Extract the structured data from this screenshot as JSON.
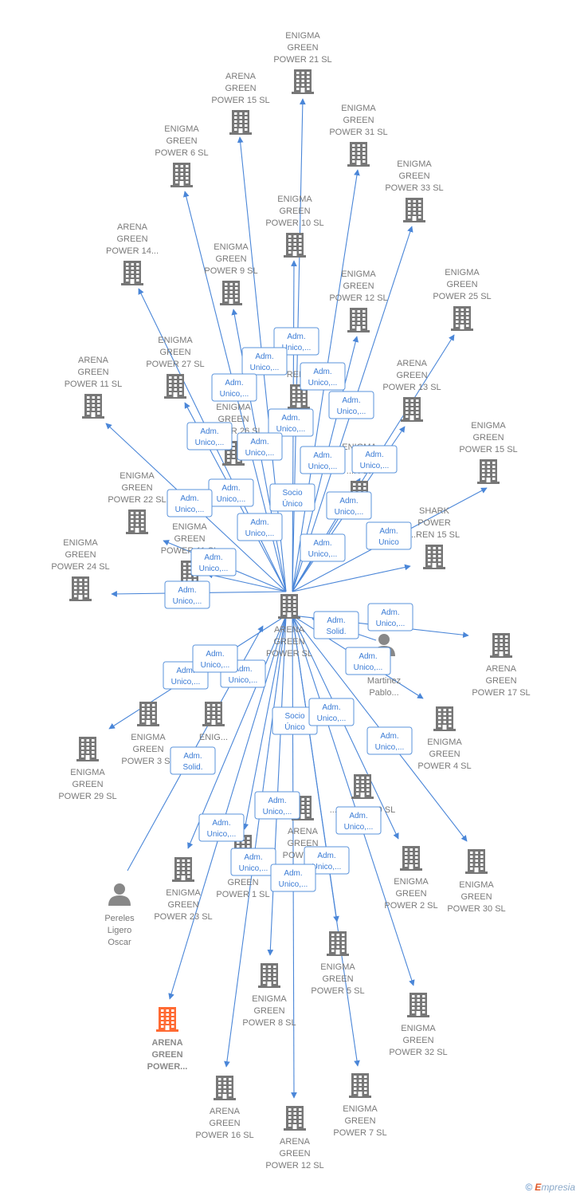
{
  "colors": {
    "building": "#777777",
    "highlight": "#ff6a33",
    "edge": "#4a86d8",
    "person": "#888888"
  },
  "credit": {
    "symbol": "©",
    "brand_e": "E",
    "brand_rest": "mpresia"
  },
  "nodes": [
    {
      "id": "center",
      "type": "company",
      "label": [
        "ARENA",
        "GREEN",
        "POWER  SL"
      ]
    },
    {
      "id": "eg21",
      "type": "company",
      "label": [
        "ENIGMA",
        "GREEN",
        "POWER 21  SL"
      ]
    },
    {
      "id": "ag15",
      "type": "company",
      "label": [
        "ARENA",
        "GREEN",
        "POWER 15  SL"
      ]
    },
    {
      "id": "eg31",
      "type": "company",
      "label": [
        "ENIGMA",
        "GREEN",
        "POWER 31  SL"
      ]
    },
    {
      "id": "eg6",
      "type": "company",
      "label": [
        "ENIGMA",
        "GREEN",
        "POWER 6  SL"
      ]
    },
    {
      "id": "eg33",
      "type": "company",
      "label": [
        "ENIGMA",
        "GREEN",
        "POWER 33  SL"
      ]
    },
    {
      "id": "eg10",
      "type": "company",
      "label": [
        "ENIGMA",
        "GREEN",
        "POWER 10  SL"
      ]
    },
    {
      "id": "ag14",
      "type": "company",
      "label": [
        "ARENA",
        "GREEN",
        "POWER 14..."
      ]
    },
    {
      "id": "eg9",
      "type": "company",
      "label": [
        "ENIGMA",
        "GREEN",
        "POWER 9  SL"
      ]
    },
    {
      "id": "eg12",
      "type": "company",
      "label": [
        "ENIGMA",
        "GREEN",
        "POWER 12  SL"
      ]
    },
    {
      "id": "eg25",
      "type": "company",
      "label": [
        "ENIGMA",
        "GREEN",
        "POWER 25  SL"
      ]
    },
    {
      "id": "eg27",
      "type": "company",
      "label": [
        "ENIGMA",
        "GREEN",
        "POWER 27  SL"
      ]
    },
    {
      "id": "eg_r",
      "type": "company",
      "label": [
        "REEN"
      ]
    },
    {
      "id": "ag11",
      "type": "company",
      "label": [
        "ARENA",
        "GREEN",
        "POWER 11  SL"
      ]
    },
    {
      "id": "ag13",
      "type": "company",
      "label": [
        "ARENA",
        "GREEN",
        "POWER 13  SL"
      ]
    },
    {
      "id": "eg26",
      "type": "company",
      "label": [
        "ENIGMA",
        "GREEN",
        "POWER 26  SL"
      ]
    },
    {
      "id": "eg_mid",
      "type": "company",
      "label": [
        "ENIGMA",
        "GR",
        "...R 35"
      ]
    },
    {
      "id": "eg15",
      "type": "company",
      "label": [
        "ENIGMA",
        "GREEN",
        "POWER 15  SL"
      ]
    },
    {
      "id": "eg22",
      "type": "company",
      "label": [
        "ENIGMA",
        "GREEN",
        "POWER 22  SL"
      ]
    },
    {
      "id": "sp15",
      "type": "company",
      "label": [
        "SHARK",
        "POWER",
        "...REN 15  SL"
      ]
    },
    {
      "id": "eg11",
      "type": "company",
      "label": [
        "ENIGMA",
        "GREEN",
        "POWER 11  SL"
      ]
    },
    {
      "id": "eg24",
      "type": "company",
      "label": [
        "ENIGMA",
        "GREEN",
        "POWER 24  SL"
      ]
    },
    {
      "id": "ag17",
      "type": "company",
      "label": [
        "ARENA",
        "GREEN",
        "POWER 17  SL"
      ]
    },
    {
      "id": "mp",
      "type": "person",
      "label": [
        "...a",
        "Martinez",
        "Pablo..."
      ]
    },
    {
      "id": "eg4",
      "type": "company",
      "label": [
        "ENIGMA",
        "GREEN",
        "POWER 4  SL"
      ]
    },
    {
      "id": "eg3",
      "type": "company",
      "label": [
        "ENIGMA",
        "GREEN",
        "POWER 3  SL"
      ]
    },
    {
      "id": "eg_b",
      "type": "company",
      "label": [
        "ENIG..."
      ]
    },
    {
      "id": "eg29",
      "type": "company",
      "label": [
        "ENIGMA",
        "GREEN",
        "POWER 29  SL"
      ]
    },
    {
      "id": "ag_mid",
      "type": "company",
      "label": [
        "ARENA",
        "GREEN",
        "POWER..."
      ]
    },
    {
      "id": "eg20",
      "type": "company",
      "label": [
        "...POWER 20  SL"
      ]
    },
    {
      "id": "eg2",
      "type": "company",
      "label": [
        "ENIGMA",
        "GREEN",
        "POWER 2  SL"
      ]
    },
    {
      "id": "eg30",
      "type": "company",
      "label": [
        "ENIGMA",
        "GREEN",
        "POWER 30  SL"
      ]
    },
    {
      "id": "eg23",
      "type": "company",
      "label": [
        "ENIGMA",
        "GREEN",
        "POWER 23  SL"
      ]
    },
    {
      "id": "eg1",
      "type": "company",
      "label": [
        "E...",
        "GREEN",
        "POWER 1  SL"
      ]
    },
    {
      "id": "plo",
      "type": "person",
      "label": [
        "Pereles",
        "Ligero",
        "Oscar"
      ]
    },
    {
      "id": "eg5",
      "type": "company",
      "label": [
        "ENIGMA",
        "GREEN",
        "POWER 5  SL"
      ]
    },
    {
      "id": "eg8",
      "type": "company",
      "label": [
        "ENIGMA",
        "GREEN",
        "POWER 8  SL"
      ]
    },
    {
      "id": "eg32",
      "type": "company",
      "label": [
        "ENIGMA",
        "GREEN",
        "POWER 32  SL"
      ]
    },
    {
      "id": "agpw",
      "type": "company",
      "label": [
        "ARENA",
        "GREEN",
        "POWER..."
      ],
      "highlight": true
    },
    {
      "id": "ag16",
      "type": "company",
      "label": [
        "ARENA",
        "GREEN",
        "POWER 16  SL"
      ]
    },
    {
      "id": "eg7",
      "type": "company",
      "label": [
        "ENIGMA",
        "GREEN",
        "POWER 7  SL"
      ]
    },
    {
      "id": "ag12",
      "type": "company",
      "label": [
        "ARENA",
        "GREEN",
        "POWER 12  SL"
      ]
    }
  ],
  "edges": [
    {
      "from": "center",
      "to": "eg21",
      "label": [
        "Adm.",
        "Unico,..."
      ]
    },
    {
      "from": "center",
      "to": "ag15",
      "label": [
        "Adm.",
        "Unico,..."
      ]
    },
    {
      "from": "center",
      "to": "eg31",
      "label": [
        "Adm.",
        "Unico,..."
      ]
    },
    {
      "from": "center",
      "to": "eg6",
      "label": [
        "Adm.",
        "Unico,..."
      ]
    },
    {
      "from": "center",
      "to": "eg33",
      "label": [
        "Adm.",
        "Unico,..."
      ]
    },
    {
      "from": "center",
      "to": "eg10",
      "label": [
        "Adm.",
        "Unico,..."
      ]
    },
    {
      "from": "center",
      "to": "ag14",
      "label": [
        "Adm.",
        "Unico,..."
      ]
    },
    {
      "from": "center",
      "to": "eg9",
      "label": [
        "Adm.",
        "Unico,..."
      ]
    },
    {
      "from": "center",
      "to": "eg12",
      "label": [
        "Adm.",
        "Unico,..."
      ]
    },
    {
      "from": "center",
      "to": "eg25",
      "label": [
        "Adm.",
        "Unico,..."
      ]
    },
    {
      "from": "center",
      "to": "eg27",
      "label": [
        "Adm.",
        "Unico,..."
      ]
    },
    {
      "from": "center",
      "to": "ag11",
      "label": [
        "Adm.",
        "Unico,..."
      ]
    },
    {
      "from": "center",
      "to": "eg15",
      "label": [
        "Adm.",
        "Unico,..."
      ]
    },
    {
      "from": "center",
      "to": "eg22",
      "label": [
        "Adm.",
        "Unico,..."
      ]
    },
    {
      "from": "center",
      "to": "sp15",
      "label": [
        "Adm.",
        "Unico"
      ]
    },
    {
      "from": "center",
      "to": "eg24",
      "label": [
        "Adm.",
        "Unico,..."
      ]
    },
    {
      "from": "center",
      "to": "eg11",
      "label": [
        "Adm.",
        "Unico,..."
      ]
    },
    {
      "from": "center",
      "to": "eg_mid",
      "label": [
        "Socio",
        "Único"
      ]
    },
    {
      "from": "center",
      "to": "ag13",
      "label": [
        "Adm.",
        "Unico,..."
      ]
    },
    {
      "from": "center",
      "to": "ag17",
      "label": [
        "Adm.",
        "Unico,..."
      ]
    },
    {
      "from": "mp",
      "to": "center",
      "label": [
        "Adm.",
        "Solid."
      ]
    },
    {
      "from": "center",
      "to": "eg4",
      "label": [
        "Adm.",
        "Unico,..."
      ]
    },
    {
      "from": "center",
      "to": "eg29",
      "label": [
        "Adm.",
        "Unico,..."
      ]
    },
    {
      "from": "center",
      "to": "eg30",
      "label": [
        "Adm.",
        "Unico,..."
      ]
    },
    {
      "from": "center",
      "to": "eg23",
      "label": [
        "Adm.",
        "Unico,..."
      ]
    },
    {
      "from": "plo",
      "to": "center",
      "label": [
        "Adm.",
        "Solid."
      ]
    },
    {
      "from": "center",
      "to": "eg8",
      "label": [
        "Adm.",
        "Unico,..."
      ]
    },
    {
      "from": "center",
      "to": "eg5",
      "label": [
        "Socio",
        "Único"
      ]
    },
    {
      "from": "center",
      "to": "eg32",
      "label": [
        "Adm.",
        "Unico,..."
      ]
    },
    {
      "from": "center",
      "to": "agpw",
      "label": [
        "Adm.",
        "Unico,..."
      ]
    },
    {
      "from": "center",
      "to": "ag16",
      "label": [
        "Adm.",
        "Unico,..."
      ]
    },
    {
      "from": "center",
      "to": "eg7",
      "label": [
        "Adm.",
        "Unico,..."
      ]
    },
    {
      "from": "center",
      "to": "ag12",
      "label": [
        "Adm.",
        "Unico,..."
      ]
    },
    {
      "from": "center",
      "to": "eg2",
      "label": [
        "Adm.",
        "Unico,..."
      ]
    },
    {
      "from": "center",
      "to": "eg1",
      "label": [
        "Adm.",
        "Unico,..."
      ]
    }
  ]
}
